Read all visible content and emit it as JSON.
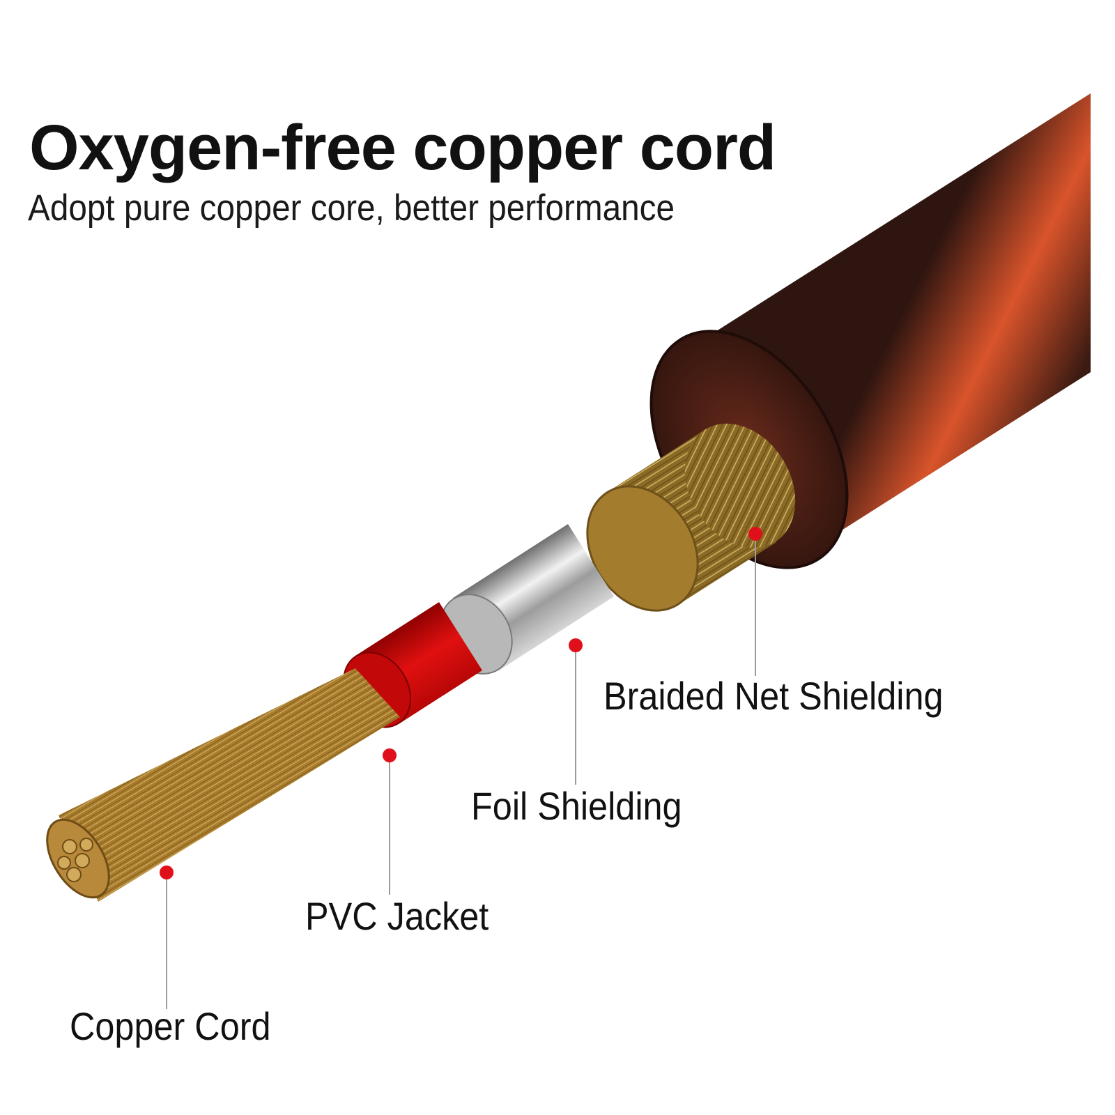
{
  "header": {
    "title": "Oxygen-free copper cord",
    "subtitle": "Adopt pure copper core, better performance"
  },
  "layers": [
    {
      "id": "braided",
      "label": "Braided Net Shielding"
    },
    {
      "id": "foil",
      "label": "Foil Shielding"
    },
    {
      "id": "pvc",
      "label": "PVC Jacket"
    },
    {
      "id": "copper",
      "label": "Copper Cord"
    }
  ],
  "colors": {
    "outer_jacket_dark": "#3a1a12",
    "outer_jacket_highlight": "#d9542b",
    "braid_gold": "#c9a24a",
    "foil_silver": "#c8c8c8",
    "pvc_red": "#d40d0d",
    "copper_gold": "#c69a45",
    "marker_red": "#e0101a",
    "leader_gray": "#9a9a9a"
  }
}
